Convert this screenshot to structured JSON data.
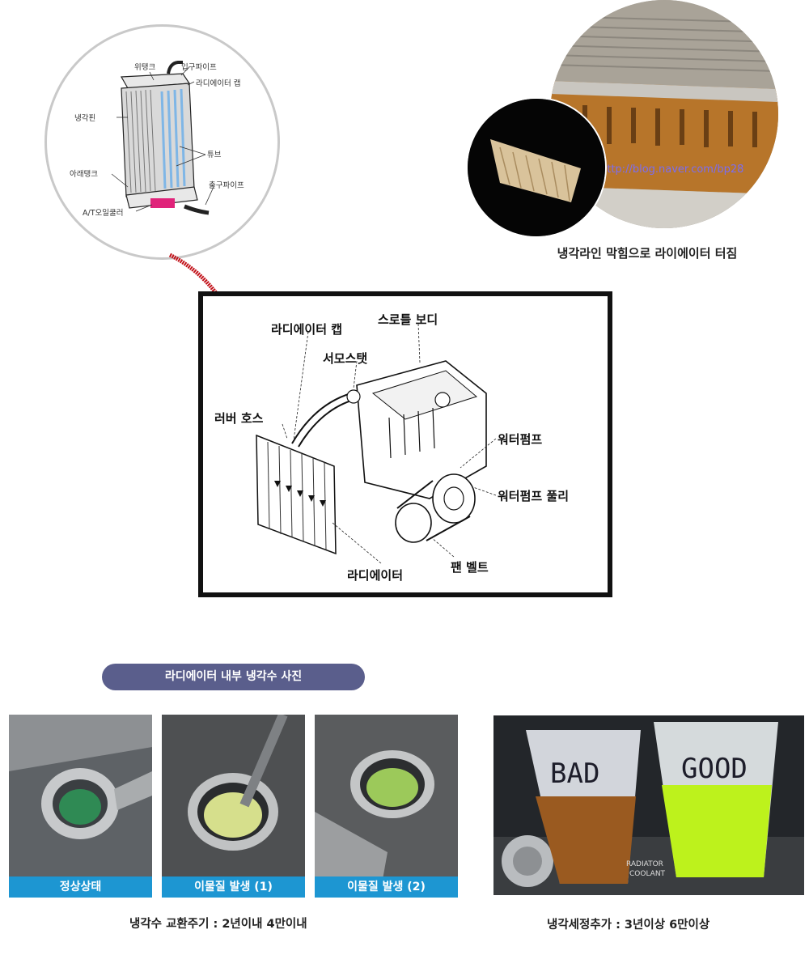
{
  "radiator_callout": {
    "labels": {
      "upper_tank": "위탱크",
      "inlet_pipe": "입구파이프",
      "radiator_cap": "라디에이터 캡",
      "cooling_fin": "냉각핀",
      "tube": "튜브",
      "lower_tank": "아래탱크",
      "outlet_pipe": "출구파이프",
      "at_oil_cooler": "A/T오일쿨러"
    }
  },
  "burst_photo": {
    "watermark": "http://blog.naver.com/bp28",
    "caption": "냉각라인 막힘으로 라이에이터 터짐"
  },
  "engine_diagram": {
    "labels": {
      "radiator_cap": "라디에이터 캡",
      "throttle_body": "스로틀 보디",
      "thermostat": "서모스탯",
      "rubber_hose": "러버 호스",
      "water_pump": "워터펌프",
      "water_pump_pulley": "워터펌프 풀리",
      "fan_belt": "팬 벨트",
      "radiator": "라디에이터"
    }
  },
  "coolant_section": {
    "title": "라디에이터 내부 냉각수 사진",
    "photos": [
      {
        "label": "정상상태",
        "fluid": "#2f8a54"
      },
      {
        "label": "이물질 발생 (1)",
        "fluid": "#d6df8c"
      },
      {
        "label": "이물질 발생 (2)",
        "fluid": "#9cc95a"
      }
    ],
    "caption_left": "냉각수 교환주기 : 2년이내 4만이내",
    "cups": {
      "bad_text": "BAD",
      "good_text": "GOOD",
      "bad_color": "#9a5a20",
      "good_color": "#bdf21c",
      "radiator_text_1": "RADIATOR",
      "radiator_text_2": "COOLANT"
    },
    "caption_right": "냉각세정추가 : 3년이상 6만이상"
  }
}
